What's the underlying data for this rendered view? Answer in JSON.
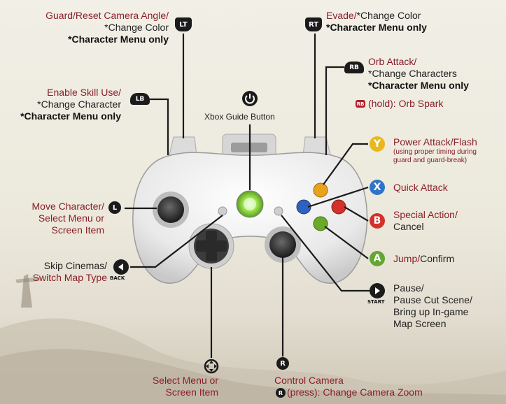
{
  "labels": {
    "lt_line1": "Guard/Reset Camera Angle/",
    "lt_line2": "*Change Color",
    "lt_line3": "*Character Menu only",
    "rt_line1_a": "Evade/",
    "rt_line1_b": "*Change Color",
    "rt_line2": "*Character Menu only",
    "rb_line1": "Orb Attack/",
    "rb_line2": "*Change Characters",
    "rb_line3": "*Character Menu only",
    "rb_hold": "(hold): Orb Spark",
    "lb_line1": "Enable Skill Use/",
    "lb_line2": "*Change Character",
    "lb_line3": "*Character Menu only",
    "guide": "Xbox Guide Button",
    "y_line1": "Power Attack/Flash",
    "y_line2": "(using proper timing during",
    "y_line3": "guard and guard-break)",
    "x_line1": "Quick Attack",
    "b_line1": "Special Action/",
    "b_line2": "Cancel",
    "a_line1_a": "Jump/",
    "a_line1_b": "Confirm",
    "ls_line1": "Move Character/",
    "ls_line2": "Select Menu or",
    "ls_line3": "Screen Item",
    "back_line1": "Skip Cinemas/",
    "back_line2": "Switch Map Type",
    "start_line1": "Pause/",
    "start_line2": "Pause Cut Scene/",
    "start_line3": "Bring up In-game",
    "start_line4": "Map Screen",
    "dpad_line1": "Select Menu or",
    "dpad_line2": "Screen Item",
    "rs_line1": "Control Camera",
    "rs_line2": "(press): Change Camera Zoom"
  },
  "badges": {
    "lt": "LT",
    "rt": "RT",
    "lb": "LB",
    "rb": "RB",
    "rb_mini": "RB",
    "y": "Y",
    "x": "X",
    "b": "B",
    "a": "A",
    "l": "L",
    "r": "R",
    "r_mini": "R",
    "back": "BACK",
    "start": "START"
  },
  "colors": {
    "label_red": "#8a1e2a",
    "button_y": "#e8b81c",
    "button_x": "#2f74c9",
    "button_b": "#d2312c",
    "button_a": "#63a632",
    "guide_green": "#7ccf2d",
    "badge_black": "#1b1b1b"
  },
  "icons": {
    "guide": "power-guide-icon",
    "dpad": "dpad-icon",
    "back": "back-arrow-icon",
    "start": "start-arrow-icon"
  }
}
